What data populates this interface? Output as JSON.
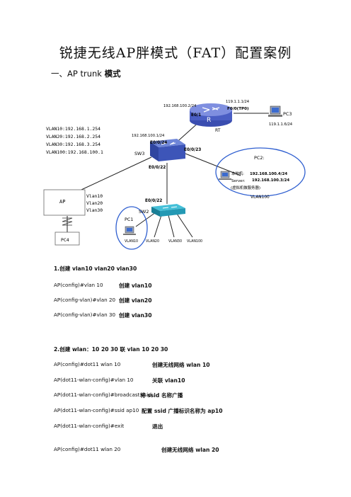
{
  "title": "锐捷无线AP胖模式（FAT）配置案例",
  "section1": {
    "prefix": "一、AP trunk",
    "suffix": "模式"
  },
  "diagram": {
    "router": {
      "label": "R",
      "name": "RT",
      "e0_1_ip": "192.168.100.2/24",
      "e0_1": "E0/1",
      "wan_ip": "119.1.1.1/24",
      "wan_port": "F0/0(TP0)"
    },
    "pc3": {
      "label": "PC3",
      "ip": "119.1.1.6/24"
    },
    "sw3": {
      "name": "SW3",
      "ip": "192.168.100.1/24",
      "p24": "E0/0/24",
      "p23": "E0/0/23",
      "p22": "E0/0/22"
    },
    "sw2": {
      "name": "SW2",
      "p22": "E0/0/22",
      "vlans": [
        "VLAN10",
        "VLAN20",
        "VLAN30",
        "VLAN100"
      ]
    },
    "vlan_list": [
      "VLAN10:192.168.1.254",
      "VLAN20:192.168.2.254",
      "VLAN30:192.168.3.254",
      "VLAN100:192.168.100.1"
    ],
    "ap": {
      "label": "AP",
      "vlans": [
        "Vlan10",
        "Vlan20",
        "Vlan30"
      ]
    },
    "pc4": {
      "label": "PC4"
    },
    "pc1": {
      "label": "PC1",
      "vlan": "VLAN10"
    },
    "pc2": {
      "label": "PC2:",
      "local_label": "本地机:",
      "ip1": "192.168.100.4/24",
      "server_label": "Server:",
      "ip2": "192.168.100.3/24",
      "note": "(虚拟机做服务器)",
      "vlan": "VLAN100"
    }
  },
  "step1": {
    "heading": "1.创建 vlan10 vlan20 vlan30",
    "lines": [
      {
        "cmd": "AP(config)#vlan 10",
        "note": "创建 vlan10"
      },
      {
        "cmd": "AP(config-vlan)#vlan 20",
        "note": "创建 vlan20"
      },
      {
        "cmd": "AP(config-vlan)#vlan 30",
        "note": "创建 vlan30"
      }
    ]
  },
  "step2": {
    "heading": "2.创建 wlan：10 20 30    联 vlan 10 20 30",
    "lines": [
      {
        "cmd": "AP(config)#dot11 wlan 10",
        "note": "创建无线网络 wlan 10"
      },
      {
        "cmd": "AP(dot11-wlan-config)#vlan 10",
        "note": "关联 vlan10"
      },
      {
        "cmd": "AP(dot11-wlan-config)#broadcast-ssid",
        "note": "将 ssid 名称广播"
      },
      {
        "cmd": "AP(dot11-wlan-config)#ssid ap10",
        "note": "配置 ssid 广播标识名称为 ap10"
      },
      {
        "cmd": "AP(dot11-wlan-config)#exit",
        "note": "退出"
      },
      {
        "cmd": "AP(config)#dot11 wlan 20",
        "note": "创建无线网络 wlan 20"
      }
    ]
  }
}
